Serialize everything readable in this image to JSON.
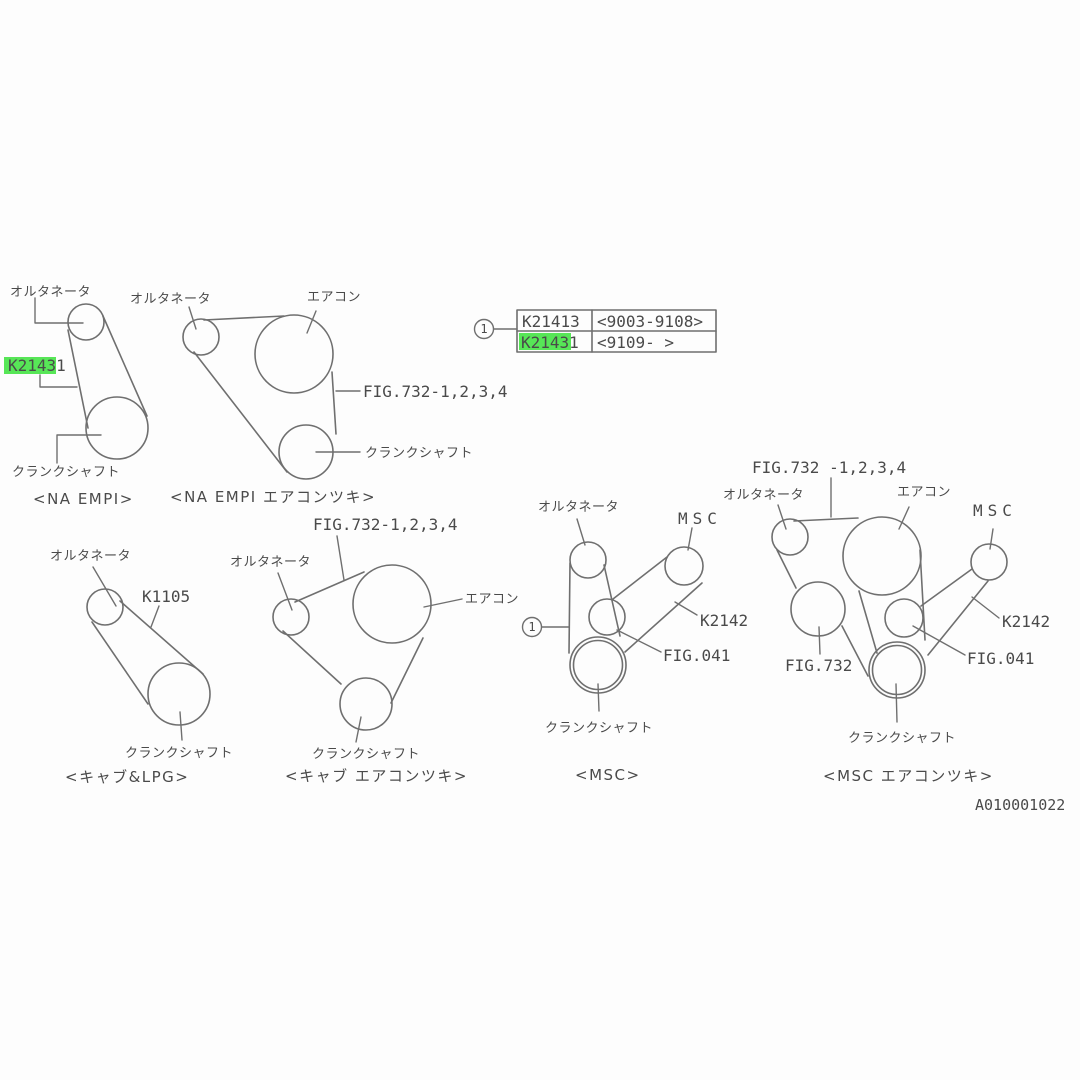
{
  "page": {
    "doc_code": "A010001022",
    "colors": {
      "background": "#fdfdfd",
      "line": "#6f6f6f",
      "text": "#4a4a4a",
      "highlight": "#57e657"
    }
  },
  "callout": {
    "marker": "1",
    "rows": [
      {
        "part": "K21413",
        "range": "<9003-9108>",
        "highlighted": false
      },
      {
        "part": "K21431",
        "range": "<9109-   >",
        "highlighted": true,
        "highlighted_portion": "K2143"
      }
    ]
  },
  "diagrams": {
    "na_empi": {
      "caption": "<NA EMPI>",
      "alternator": "オルタネータ",
      "crankshaft": "クランクシャフト",
      "belt_part": "K21431",
      "belt_part_highlighted_portion": "K2143"
    },
    "na_empi_ac": {
      "caption": "<NA EMPI エアコンツキ>",
      "alternator": "オルタネータ",
      "aircon": "エアコン",
      "fig_ref": "FIG.732-1,2,3,4",
      "crankshaft": "クランクシャフト"
    },
    "carb_lpg": {
      "caption": "<キャブ&LPG>",
      "alternator": "オルタネータ",
      "belt_part": "K1105",
      "crankshaft": "クランクシャフト"
    },
    "carb_ac": {
      "caption": "<キャブ エアコンツキ>",
      "fig_ref": "FIG.732-1,2,3,4",
      "alternator": "オルタネータ",
      "aircon": "エアコン",
      "crankshaft": "クランクシャフト"
    },
    "msc": {
      "caption": "<MSC>",
      "marker": "1",
      "alternator": "オルタネータ",
      "msc_label": "MSC",
      "belt_part": "K2142",
      "fig_ref": "FIG.041",
      "crankshaft": "クランクシャフト"
    },
    "msc_ac": {
      "caption": "<MSC エアコンツキ>",
      "fig_ref_top": "FIG.732 -1,2,3,4",
      "alternator": "オルタネータ",
      "aircon": "エアコン",
      "msc_label": "MSC",
      "fig_ref_left": "FIG.732",
      "fig_ref_mid": "FIG.041",
      "belt_part": "K2142",
      "crankshaft": "クランクシャフト"
    }
  }
}
